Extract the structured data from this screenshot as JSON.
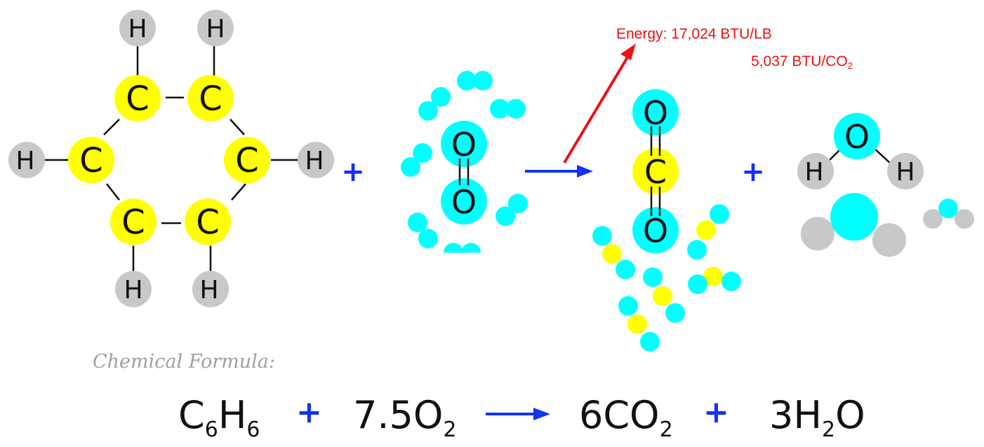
{
  "colors": {
    "carbon": "#ffff00",
    "oxygen": "#00ffff",
    "hydrogen": "#c8c8c8",
    "arrow_blue": "#1234ee",
    "energy_red": "#ee1111",
    "caption_gray": "#a0a0a0"
  },
  "atom_labels": {
    "carbon": "C",
    "hydrogen": "H",
    "oxygen": "O"
  },
  "plus_sign": "+",
  "energy": {
    "line1": "Energy: 17,024 BTU/LB",
    "line2_main": "5,037 BTU/CO",
    "line2_sub": "2"
  },
  "formula": {
    "caption": "Chemical Formula:",
    "benzene": {
      "c": "C",
      "c_sub": "6",
      "h": "H",
      "h_sub": "6"
    },
    "oxygen": {
      "coef": "7.5O",
      "sub": "2"
    },
    "carbon_dioxide": {
      "main": "6CO",
      "sub": "2"
    },
    "water": {
      "coef": "3H",
      "sub": "2",
      "tail": "O"
    }
  }
}
